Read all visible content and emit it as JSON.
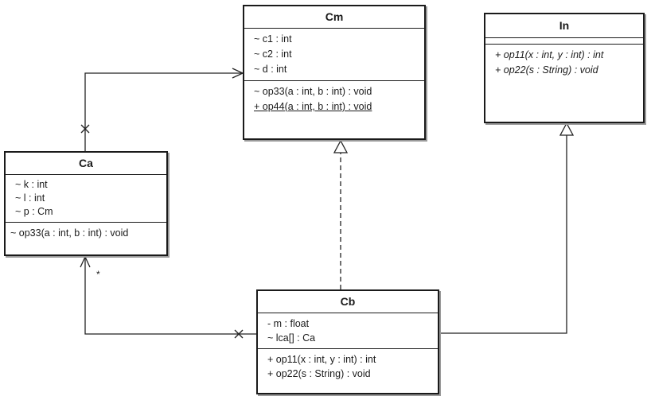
{
  "classes": {
    "cm": {
      "name": "Cm",
      "attributes": [
        "~ c1 : int",
        "~ c2 : int",
        "~ d : int"
      ],
      "operations": [
        "~ op33(a : int, b : int) : void",
        "+ op44(a : int, b : int) : void"
      ]
    },
    "in": {
      "name": "In",
      "operations": [
        "+ op11(x : int, y : int) : int",
        "+ op22(s : String) : void"
      ]
    },
    "ca": {
      "name": "Ca",
      "attributes": [
        "~ k : int",
        "~ l : int",
        "~ p : Cm"
      ],
      "operations": [
        "~ op33(a : int, b : int) : void"
      ]
    },
    "cb": {
      "name": "Cb",
      "attributes": [
        "- m : float",
        "~ lca[] : Ca"
      ],
      "operations": [
        "+ op11(x : int, y : int) : int",
        "+ op22(s : String) : void"
      ]
    }
  },
  "multiplicity": "*"
}
